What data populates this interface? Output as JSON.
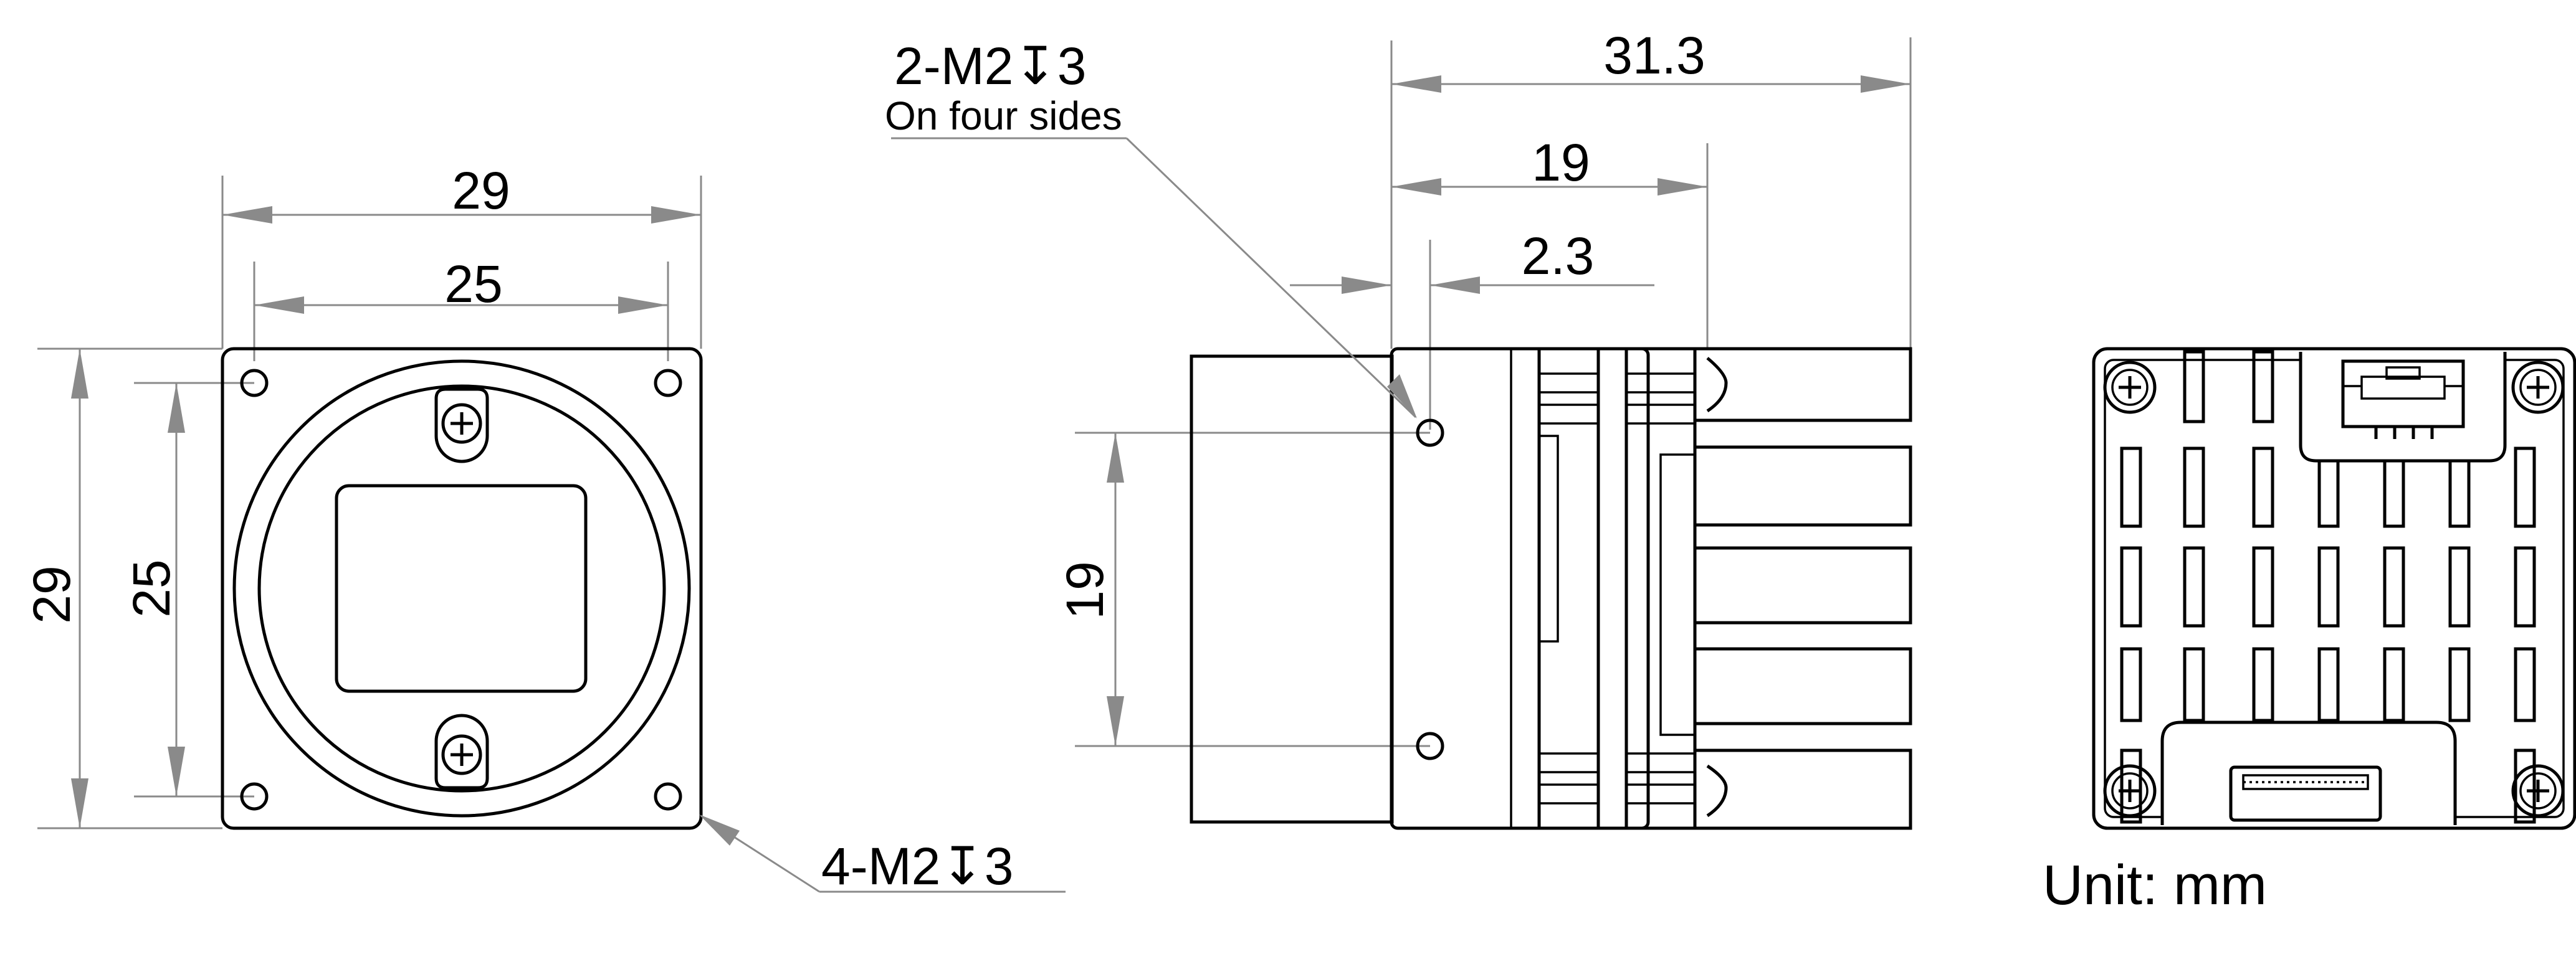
{
  "dimensions": {
    "front_width_outer": "29",
    "front_width_holes": "25",
    "front_height_outer": "29",
    "front_height_holes": "25",
    "side_length_total": "31.3",
    "side_length_body": "19",
    "side_hole_offset": "2.3",
    "side_hole_spacing": "19"
  },
  "callouts": {
    "side_holes_label": "2-M2↧3",
    "side_holes_sub": "On four sides",
    "front_holes_label": "4-M2↧3"
  },
  "unit_label": "Unit: mm"
}
